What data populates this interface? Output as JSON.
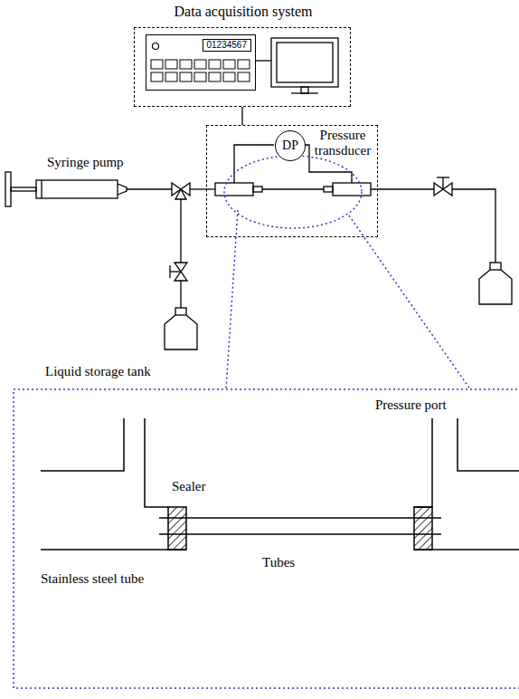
{
  "diagram": {
    "nodes": [
      {
        "text": [
          "Data acquisition system"
        ]
      },
      {
        "text": [
          "01234567"
        ],
        "in": 0
      },
      {
        "text": [
          "Pressure transducer"
        ]
      },
      {
        "text": [
          "DP"
        ],
        "in": 2
      }
    ],
    "edges": [
      {
        "from": 0,
        "to": 2,
        "arrow": "none"
      }
    ],
    "labels": [
      "Syringe pump",
      "Liquid storage tank",
      "Pressure port",
      "Sealer",
      "Tubes",
      "Stainless steel tube"
    ]
  }
}
